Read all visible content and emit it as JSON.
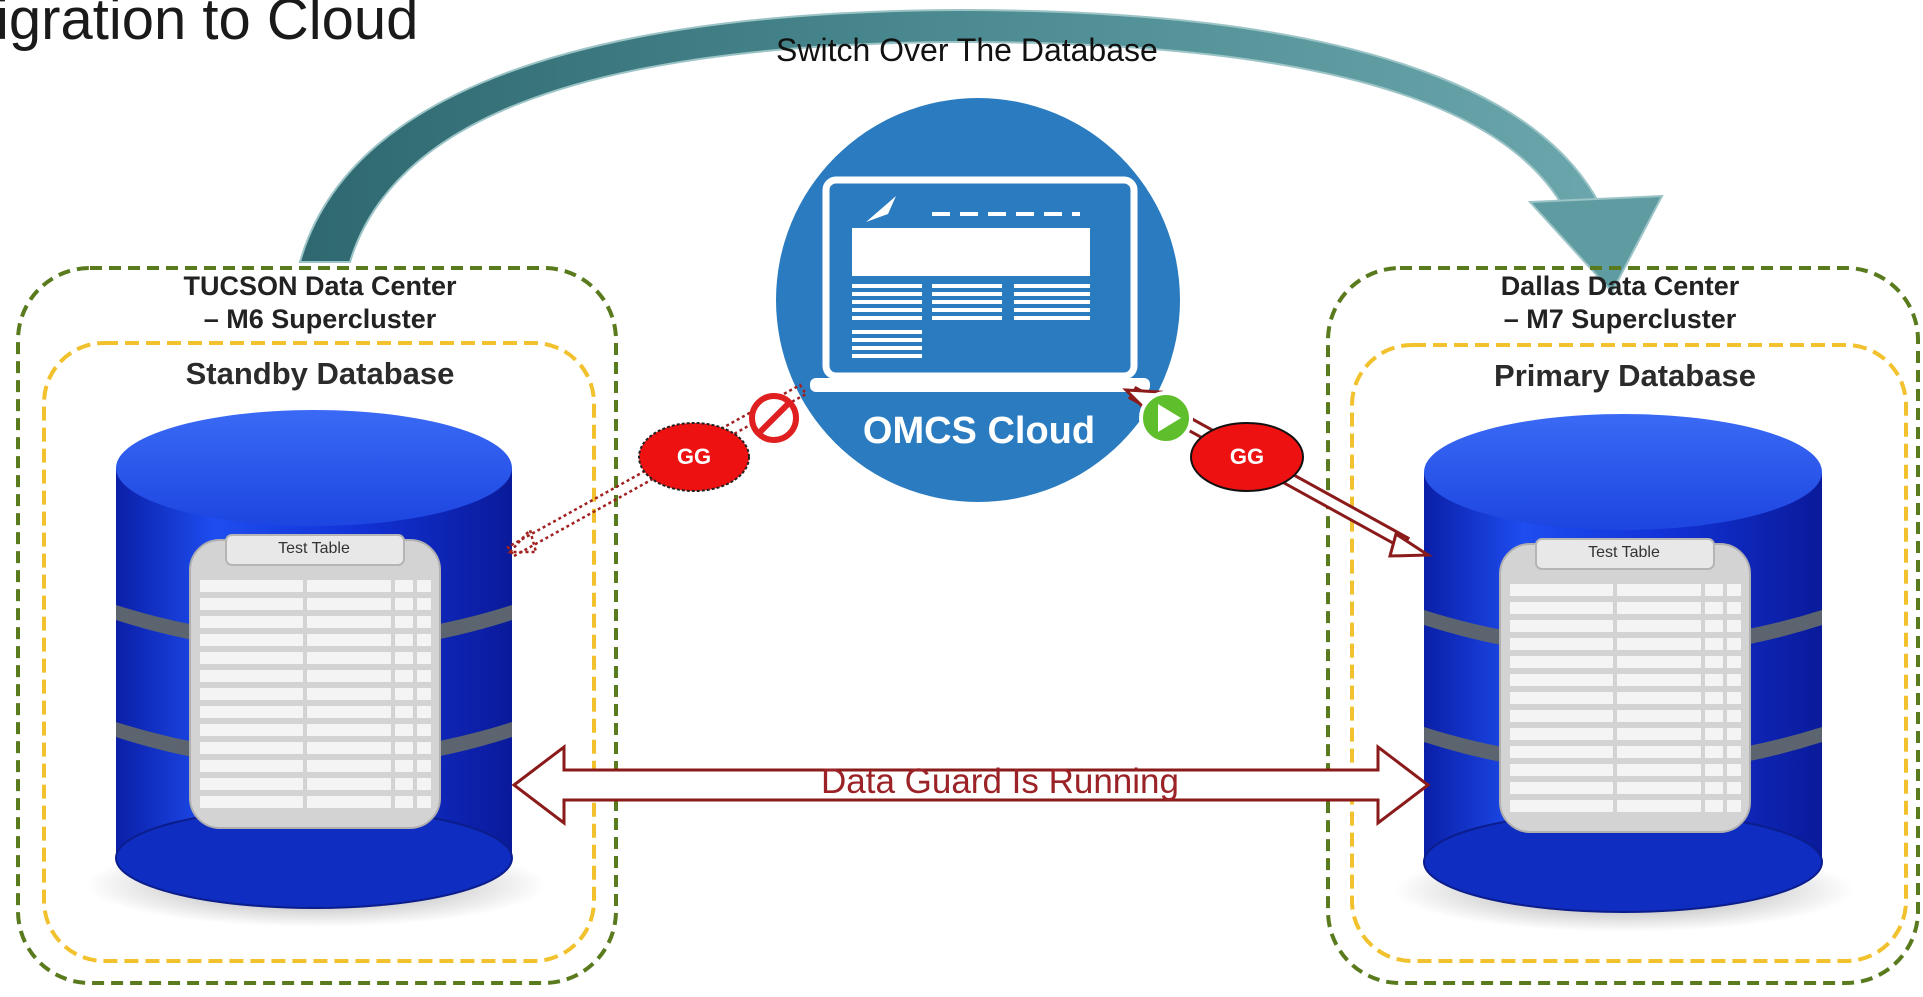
{
  "title": "igration to Cloud",
  "switch_label": "Switch Over The Database",
  "cloud": {
    "label": "OMCS Cloud"
  },
  "left": {
    "dc_line1": "TUCSON Data Center",
    "dc_line2": "– M6 Supercluster",
    "db_role": "Standby Database",
    "table_title": "Test Table",
    "gg_label": "GG"
  },
  "right": {
    "dc_line1": "Dallas Data Center",
    "dc_line2": "– M7 Supercluster",
    "db_role": "Primary Database",
    "table_title": "Test Table",
    "gg_label": "GG"
  },
  "data_guard_label": "Data Guard Is Running",
  "colors": {
    "dc_border": "#5a7a1e",
    "db_border": "#f2c12e",
    "cylinder": "#1235d6",
    "cloud_circle": "#2a7bbf",
    "gg_fill": "#ee1111",
    "arrow_dark": "#8b1a1a",
    "switch_arrow": "#3f7b80"
  }
}
